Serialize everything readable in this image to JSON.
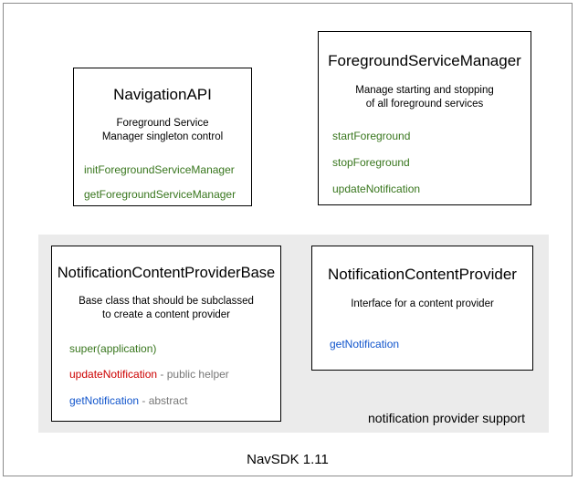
{
  "diagram": {
    "footer_caption": "NavSDK 1.11",
    "group_label": "notification provider support",
    "colors": {
      "method_green": "#38761d",
      "method_red": "#cc0000",
      "method_blue": "#1155cc",
      "note_gray": "#777777",
      "panel_gray": "#ebebeb",
      "border_black": "#000000"
    },
    "boxes": [
      {
        "id": "navigation-api",
        "title": "NavigationAPI",
        "desc_line1": "Foreground Service",
        "desc_line2": "Manager singleton control",
        "members": [
          {
            "name": "initForegroundServiceManager",
            "color": "green",
            "note": ""
          },
          {
            "name": "getForegroundServiceManager",
            "color": "green",
            "note": ""
          }
        ]
      },
      {
        "id": "foreground-service-manager",
        "title": "ForegroundServiceManager",
        "desc_line1": "Manage starting and stopping",
        "desc_line2": "of all foreground services",
        "members": [
          {
            "name": "startForeground",
            "color": "green",
            "note": ""
          },
          {
            "name": "stopForeground",
            "color": "green",
            "note": ""
          },
          {
            "name": "updateNotification",
            "color": "green",
            "note": ""
          }
        ]
      },
      {
        "id": "notification-content-provider-base",
        "title": "NotificationContentProviderBase",
        "desc_line1": "Base class that should be subclassed",
        "desc_line2": "to create a content provider",
        "members": [
          {
            "name": "super(application)",
            "color": "green",
            "note": ""
          },
          {
            "name": "updateNotification",
            "color": "red",
            "note": " - public helper"
          },
          {
            "name": "getNotification",
            "color": "blue",
            "note": " - abstract"
          }
        ]
      },
      {
        "id": "notification-content-provider",
        "title": "NotificationContentProvider",
        "desc_line1": "Interface for a content provider",
        "desc_line2": "",
        "members": [
          {
            "name": "getNotification",
            "color": "blue",
            "note": ""
          }
        ]
      }
    ]
  }
}
